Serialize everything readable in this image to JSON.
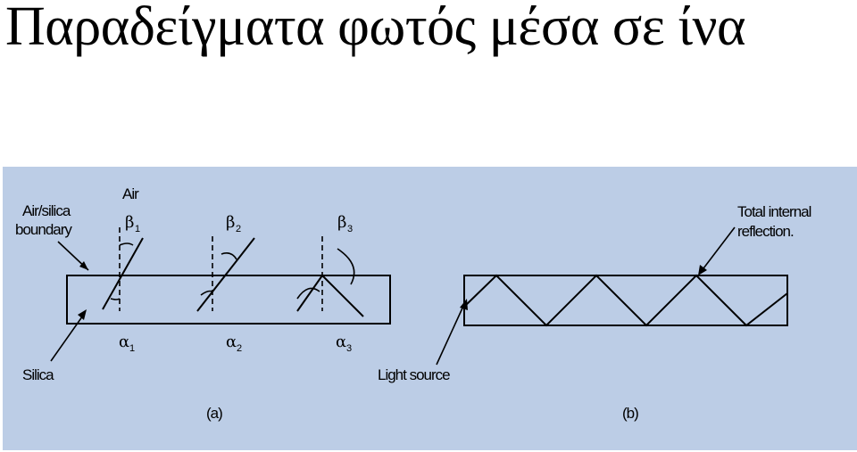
{
  "slide": {
    "title": "Παραδείγματα φωτός μέσα σε ίνα"
  },
  "figure_a": {
    "air_label": "Air",
    "boundary_label_line1": "Air/silica",
    "boundary_label_line2": "boundary",
    "silica_label": "Silica",
    "caption": "(a)",
    "beta_symbol": "β",
    "alpha_symbol": "α",
    "beta_subscripts": [
      "1",
      "2",
      "3"
    ],
    "alpha_subscripts": [
      "1",
      "2",
      "3"
    ]
  },
  "figure_b": {
    "tir_label_line1": "Total internal",
    "tir_label_line2": "reflection.",
    "light_source_label": "Light source",
    "caption": "(b)"
  },
  "colors": {
    "figure_background": "#bccde6",
    "lines": "#000000",
    "title": "#000000"
  }
}
